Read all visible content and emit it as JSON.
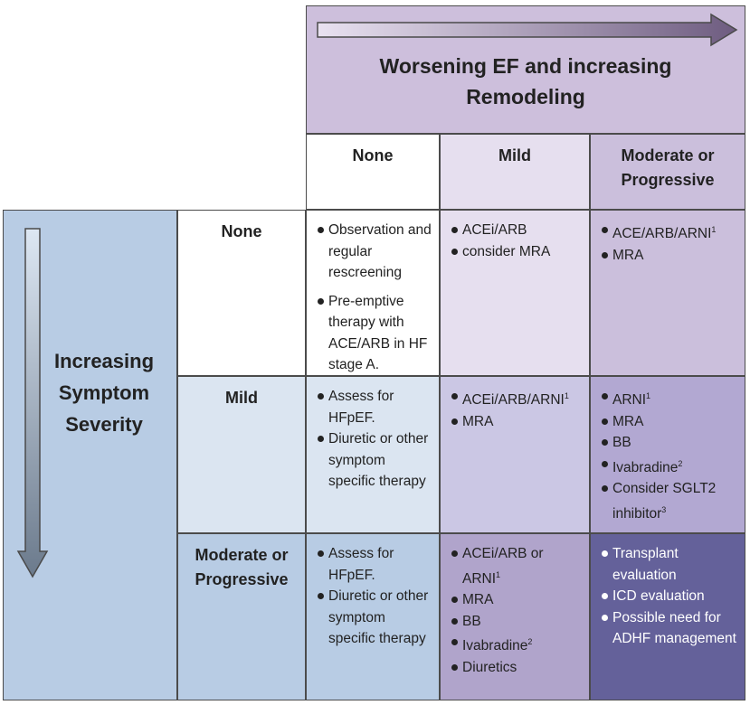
{
  "header": {
    "title_line1": "Worsening EF and increasing",
    "title_line2": "Remodeling"
  },
  "columns": [
    {
      "line1": "None",
      "line2": ""
    },
    {
      "line1": "Mild",
      "line2": ""
    },
    {
      "line1": "Moderate or",
      "line2": "Progressive"
    }
  ],
  "side": {
    "line1": "Increasing",
    "line2": "Symptom",
    "line3": "Severity"
  },
  "rows": [
    {
      "line1": "None",
      "line2": ""
    },
    {
      "line1": "Mild",
      "line2": ""
    },
    {
      "line1": "Moderate or",
      "line2": "Progressive"
    }
  ],
  "cells": {
    "none_none": [
      {
        "text": "Observation and regular rescreening",
        "sup": ""
      },
      {
        "text": "Pre-emptive therapy with ACE/ARB in HF stage A.",
        "sup": ""
      }
    ],
    "none_mild": [
      {
        "text": "ACEi/ARB",
        "sup": ""
      },
      {
        "text": "consider MRA",
        "sup": ""
      }
    ],
    "none_mod": [
      {
        "text": "ACE/ARB/ARNI",
        "sup": "1"
      },
      {
        "text": "MRA",
        "sup": ""
      }
    ],
    "mild_none": [
      {
        "text": "Assess for HFpEF.",
        "sup": ""
      },
      {
        "text": "Diuretic or other symptom specific therapy",
        "sup": ""
      }
    ],
    "mild_mild": [
      {
        "text": "ACEi/ARB/ARNI",
        "sup": "1"
      },
      {
        "text": "MRA",
        "sup": ""
      }
    ],
    "mild_mod": [
      {
        "text": "ARNI",
        "sup": "1"
      },
      {
        "text": "MRA",
        "sup": ""
      },
      {
        "text": "BB",
        "sup": ""
      },
      {
        "text": "Ivabradine",
        "sup": "2"
      },
      {
        "text": "Consider SGLT2 inhibitor",
        "sup": "3"
      }
    ],
    "mod_none": [
      {
        "text": "Assess for HFpEF.",
        "sup": ""
      },
      {
        "text": "Diuretic or other symptom specific therapy",
        "sup": ""
      }
    ],
    "mod_mild": [
      {
        "text": "ACEi/ARB or ARNI",
        "sup": "1"
      },
      {
        "text": "MRA",
        "sup": ""
      },
      {
        "text": "BB",
        "sup": ""
      },
      {
        "text": "Ivabradine",
        "sup": "2"
      },
      {
        "text": "Diuretics",
        "sup": ""
      }
    ],
    "mod_mod": [
      {
        "text": "Transplant evaluation",
        "sup": ""
      },
      {
        "text": "ICD evaluation",
        "sup": ""
      },
      {
        "text": "Possible need for  ADHF management",
        "sup": ""
      }
    ]
  },
  "colors": {
    "lavender_light": "#e6dfef",
    "lavender": "#cbbfdc",
    "blue_light": "#dbe5f1",
    "blue": "#b8cce4",
    "dark_purple": "#64619a"
  }
}
